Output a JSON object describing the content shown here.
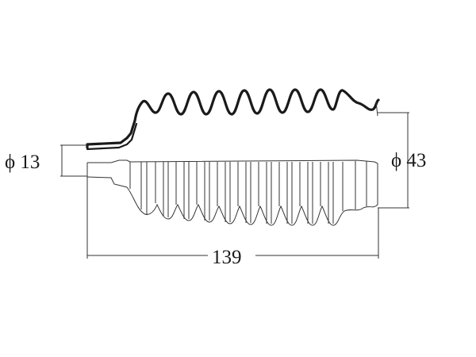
{
  "drawing": {
    "label_small_diameter": "ϕ 13",
    "label_large_diameter": "ϕ 43",
    "label_length": "139"
  }
}
